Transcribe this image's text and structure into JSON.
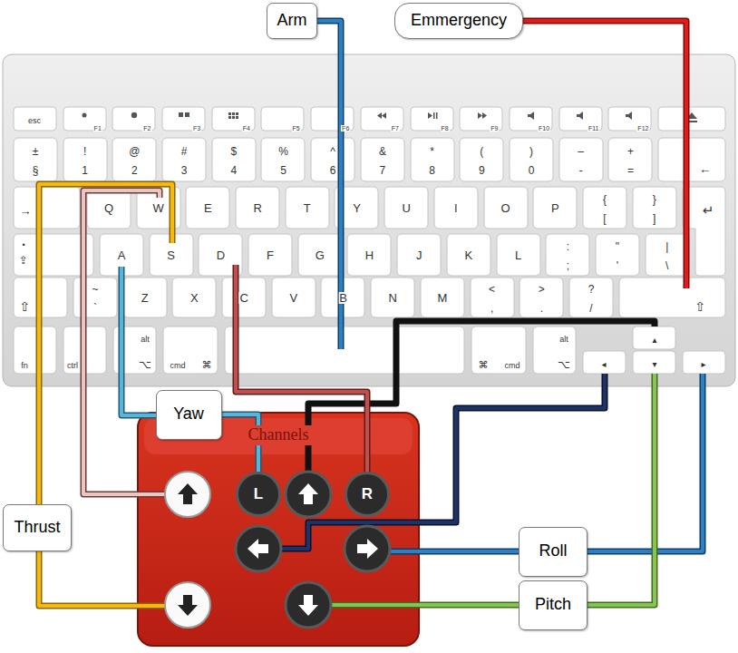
{
  "diagram": {
    "nodes": [
      {
        "text": [
          "Arm"
        ]
      },
      {
        "text": [
          "Emmergency"
        ]
      },
      {
        "text": [
          "Yaw"
        ]
      },
      {
        "text": [
          "Channels"
        ]
      },
      {
        "text": [
          "L"
        ],
        "in": 3
      },
      {
        "text": [
          "R"
        ],
        "in": 3
      },
      {
        "text": [
          "Thrust"
        ]
      },
      {
        "text": [
          "Roll"
        ]
      },
      {
        "text": [
          "Pitch"
        ]
      }
    ],
    "edges": [
      {
        "from": 2,
        "to": 4,
        "arrow": "none"
      }
    ],
    "labels": [
      "esc",
      "F1",
      "F2",
      "F3",
      "F4",
      "F5",
      "F6",
      "F7",
      "F8",
      "F9",
      "F10",
      "F11",
      "F12",
      "±",
      "§",
      "!",
      "1",
      "@",
      "2",
      "#",
      "3",
      "$",
      "4",
      "%",
      "5",
      "^",
      "6",
      "&",
      "7",
      "*",
      "8",
      "(",
      "9",
      ")",
      "0",
      "–",
      "-",
      "+",
      "=",
      "←",
      "→",
      "Q",
      "W",
      "E",
      "R",
      "T",
      "Y",
      "U",
      "I",
      "O",
      "P",
      "{",
      "[",
      "}",
      "]",
      "↵",
      "•",
      "⇪",
      "A",
      "S",
      "D",
      "F",
      "G",
      "H",
      "J",
      "K",
      "L",
      ":",
      ";",
      "\"",
      "'",
      "|",
      "\\",
      "⇧",
      "~",
      "`",
      "Z",
      "X",
      "C",
      "V",
      "B",
      "N",
      "M",
      "<",
      ",",
      ">",
      ".",
      "?",
      "/",
      "⇧",
      "fn",
      "ctrl",
      "alt",
      "⌥",
      "cmd",
      "⌘",
      "⌘",
      "cmd",
      "alt",
      "⌥",
      "◂",
      "▴",
      "▾",
      "▸"
    ]
  }
}
